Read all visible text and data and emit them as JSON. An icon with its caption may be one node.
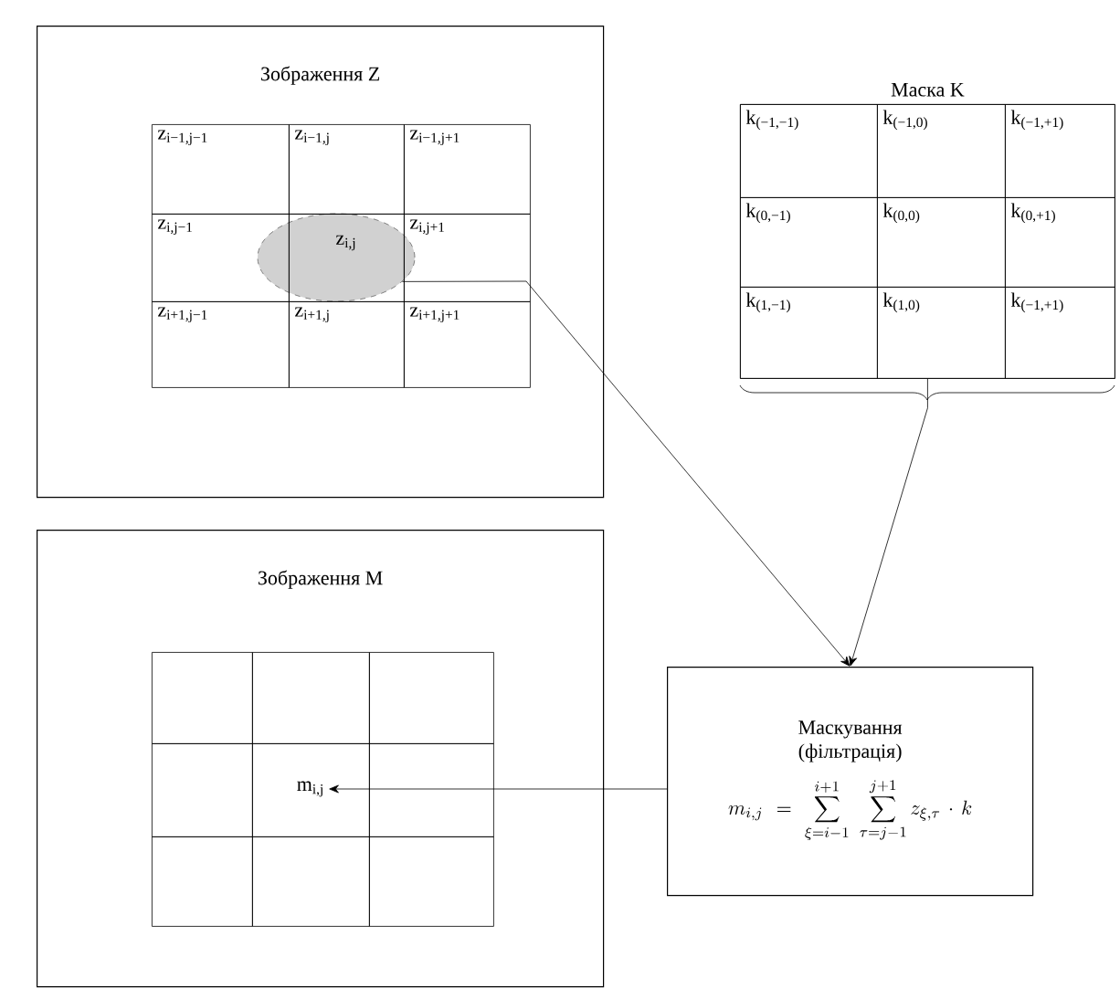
{
  "diagram": {
    "nodes": [
      {
        "text": [
          "Зображення Z"
        ]
      },
      {
        "text": [
          "z$_{i,j}$"
        ],
        "in": 0
      },
      {
        "text": [
          "Маска K"
        ]
      },
      {
        "text": [
          "Зображення M"
        ]
      },
      {
        "text": [
          "m$_{i,j}$"
        ],
        "in": 3
      },
      {
        "text": [
          "Маскування (фільтрація)",
          "m_{i,j} = \\sum_{\\xi=i-1}^{i+1}\\ \\sum_{\\tau=j-1}^{j+1} z_{\\xi,\\tau}\\cdot k"
        ]
      }
    ],
    "edges": [
      {
        "from": 1,
        "to": 5,
        "arrow": "to"
      },
      {
        "from": 2,
        "to": 5,
        "arrow": "to"
      },
      {
        "from": 5,
        "to": 4,
        "arrow": "to"
      }
    ],
    "labels": [
      "z$_{i−1,j−1}$",
      "z$_{i−1,j}$",
      "z$_{i−1,j+1}$",
      "z$_{i,j−1}$",
      "z$_{i,j+1}$",
      "z$_{i+1,j−1}$",
      "z$_{i+1,j}$",
      "z$_{i+1,j+1}$",
      "k$_{(−1,−1)}$",
      "k$_{(−1,0)}$",
      "k$_{(−1,+1)}$",
      "k$_{(0,−1)}$",
      "k$_{(0,0)}$",
      "k$_{(0,+1)}$",
      "k$_{(1,−1)}$",
      "k$_{(1,0)}$",
      "k$_{(−1,+1)}$"
    ]
  }
}
